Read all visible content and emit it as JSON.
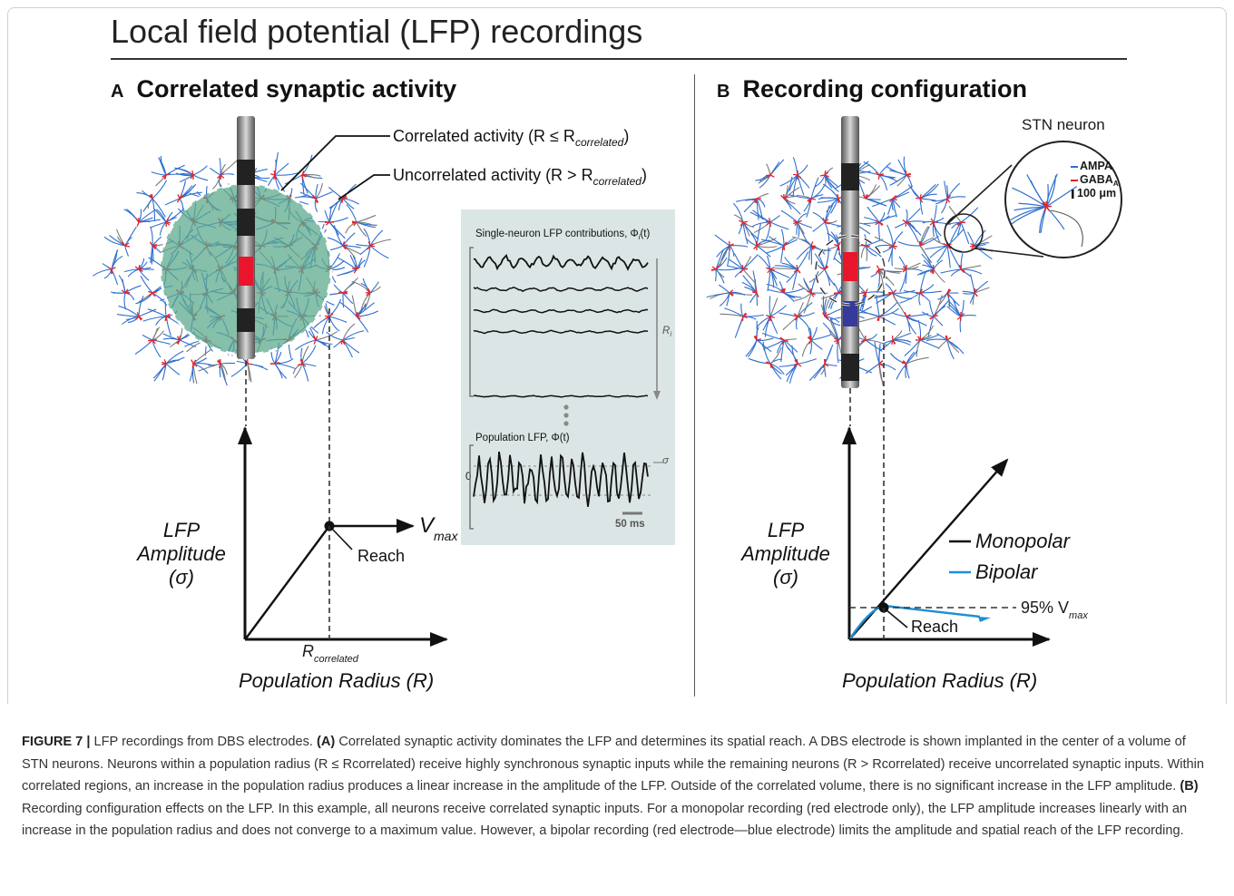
{
  "title": "Local field potential (LFP) recordings",
  "panel_a": {
    "letter": "A",
    "heading": "Correlated synaptic activity",
    "correlated_label": "Correlated activity (R ≤ R",
    "correlated_sub": "correlated",
    "uncorrelated_label": "Uncorrelated activity (R > R",
    "uncorrelated_sub": "correlated",
    "ylabel_line1": "LFP",
    "ylabel_line2": "Amplitude",
    "ylabel_line3": "(σ)",
    "xlabel": "Population Radius (R)",
    "vmax": "V",
    "vmax_sub": "max",
    "reach": "Reach",
    "rcorr": "R",
    "rcorr_sub": "correlated"
  },
  "inset": {
    "single_label": "Single-neuron LFP contributions, Φ",
    "single_sub": "i",
    "single_suffix": "(t)",
    "ri": "R",
    "ri_sub": "i",
    "pop_label": "Population LFP, Φ(t)",
    "zero": "0",
    "sigma": "σ",
    "scalebar": "50 ms"
  },
  "panel_b": {
    "letter": "B",
    "heading": "Recording configuration",
    "stn_label": "STN neuron",
    "ampa": "AMPA",
    "gaba": "GABA",
    "gaba_sub": "A",
    "scale": "100 μm",
    "ylabel_line1": "LFP",
    "ylabel_line2": "Amplitude",
    "ylabel_line3": "(σ)",
    "xlabel": "Population Radius (R)",
    "legend_mono": "Monopolar",
    "legend_bi": "Bipolar",
    "vmax_pct": "95% V",
    "vmax_sub": "max",
    "reach": "Reach"
  },
  "colors": {
    "dendrite": "#2f6fd0",
    "soma": "#e2242b",
    "green": "#5ea98e",
    "bipolar": "#1f8fd6",
    "electrode_red": "#e8152b",
    "electrode_blue": "#353a9c"
  },
  "caption": {
    "fig": "FIGURE 7 |",
    "intro": " LFP recordings from DBS electrodes. ",
    "a_tag": "(A)",
    "a_text": " Correlated synaptic activity dominates the LFP and determines its spatial reach. A DBS electrode is shown implanted in the center of a volume of STN neurons. Neurons within a population radius (R ≤ Rcorrelated) receive highly synchronous synaptic inputs while the remaining neurons (R > Rcorrelated) receive uncorrelated synaptic inputs. Within correlated regions, an increase in the population radius produces a linear increase in the amplitude of the LFP. Outside of the correlated volume, there is no significant increase in the LFP amplitude. ",
    "b_tag": "(B)",
    "b_text": " Recording configuration effects on the LFP. In this example, all neurons receive correlated synaptic inputs. For a monopolar recording (red electrode only), the LFP amplitude increases linearly with an increase in the population radius and does not converge to a maximum value. However, a bipolar recording (red electrode—blue electrode) limits the amplitude and spatial reach of the LFP recording."
  }
}
